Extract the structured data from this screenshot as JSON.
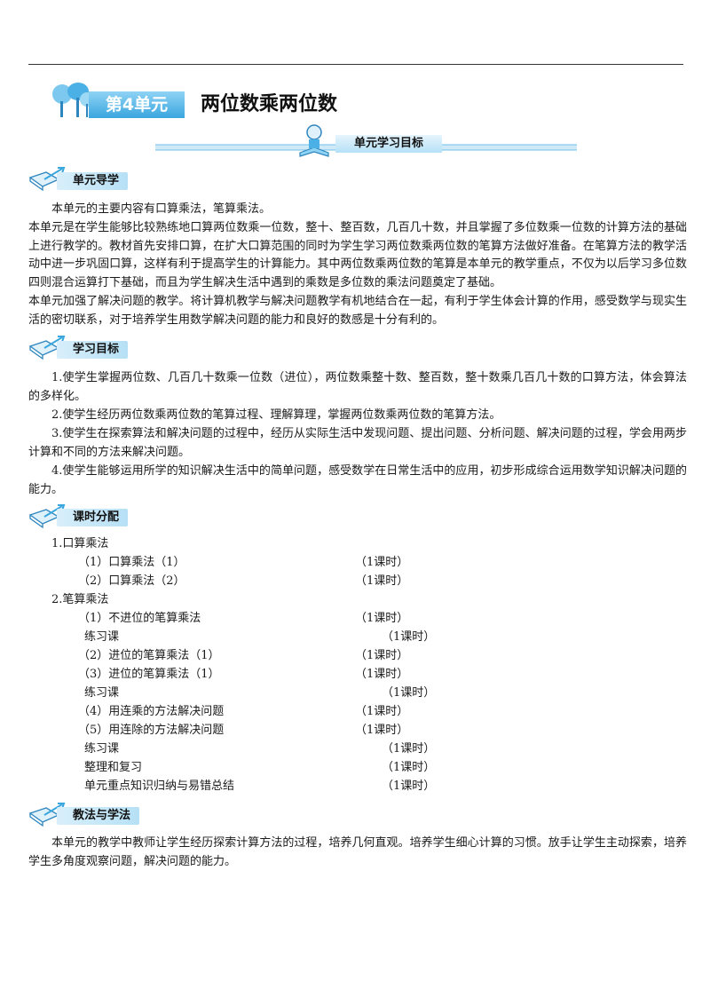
{
  "header": {
    "unit_label": "第4单元",
    "unit_title": "两位数乘两位数",
    "objectives_banner": "单元学习目标"
  },
  "sections": {
    "guide": {
      "title": "单元导学",
      "paragraphs": [
        "本单元的主要内容有口算乘法，笔算乘法。",
        "本单元是在学生能够比较熟练地口算两位数乘一位数，整十、整百数，几百几十数，并且掌握了多位数乘一位数的计算方法的基础上进行教学的。教材首先安排口算，在扩大口算范围的同时为学生学习两位数乘两位数的笔算方法做好准备。在笔算方法的教学活动中进一步巩固口算，这样有利于提高学生的计算能力。其中两位数乘两位数的笔算是本单元的教学重点，不仅为以后学习多位数四则混合运算打下基础，而且为学生解决生活中遇到的乘数是多位数的乘法问题奠定了基础。",
        "本单元加强了解决问题的教学。将计算机教学与解决问题教学有机地结合在一起，有利于学生体会计算的作用，感受数学与现实生活的密切联系，对于培养学生用数学解决问题的能力和良好的数感是十分有利的。"
      ]
    },
    "goals": {
      "title": "学习目标",
      "items": [
        "1.使学生掌握两位数、几百几十数乘一位数（进位），两位数乘整十数、整百数，整十数乘几百几十数的口算方法，体会算法的多样化。",
        "2.使学生经历两位数乘两位数的笔算过程、理解算理，掌握两位数乘两位数的笔算方法。",
        "3.使学生在探索算法和解决问题的过程中，经历从实际生活中发现问题、提出问题、分析问题、解决问题的过程，学会用两步计算和不同的方法来解决问题。",
        "4.使学生能够运用所学的知识解决生活中的简单问题，感受数学在日常生活中的应用，初步形成综合运用数学知识解决问题的能力。"
      ]
    },
    "schedule": {
      "title": "课时分配",
      "rows": [
        {
          "label": "1.口算乘法",
          "hours": ""
        },
        {
          "label": "（1）口算乘法（1）",
          "hours": "（1课时）"
        },
        {
          "label": "（2）口算乘法（2）",
          "hours": "（1课时）"
        },
        {
          "label": "2.笔算乘法",
          "hours": ""
        },
        {
          "label": "（1）不进位的笔算乘法",
          "hours": "（1课时）"
        },
        {
          "label": "练习课",
          "hours": "（1课时）"
        },
        {
          "label": "（2）进位的笔算乘法（1）",
          "hours": "（1课时）"
        },
        {
          "label": "（3）进位的笔算乘法（1）",
          "hours": "（1课时）"
        },
        {
          "label": "练习课",
          "hours": "（1课时）"
        },
        {
          "label": "（4）用连乘的方法解决问题",
          "hours": "（1课时）"
        },
        {
          "label": "（5）用连除的方法解决问题",
          "hours": "（1课时）"
        },
        {
          "label": "练习课",
          "hours": "（1课时）"
        },
        {
          "label": "整理和复习",
          "hours": "（1课时）"
        },
        {
          "label": "单元重点知识归纳与易错总结",
          "hours": "（1课时）"
        }
      ]
    },
    "methods": {
      "title": "教法与学法",
      "paragraph": "本单元的教学中教师让学生经历探索计算方法的过程，培养几何直观。培养学生细心计算的习惯。放手让学生主动探索，培养学生多角度观察问题，解决问题的能力。"
    }
  },
  "colors": {
    "accent": "#3aa6de",
    "accent_light": "#b6e0f5",
    "text": "#1a1a1a"
  }
}
